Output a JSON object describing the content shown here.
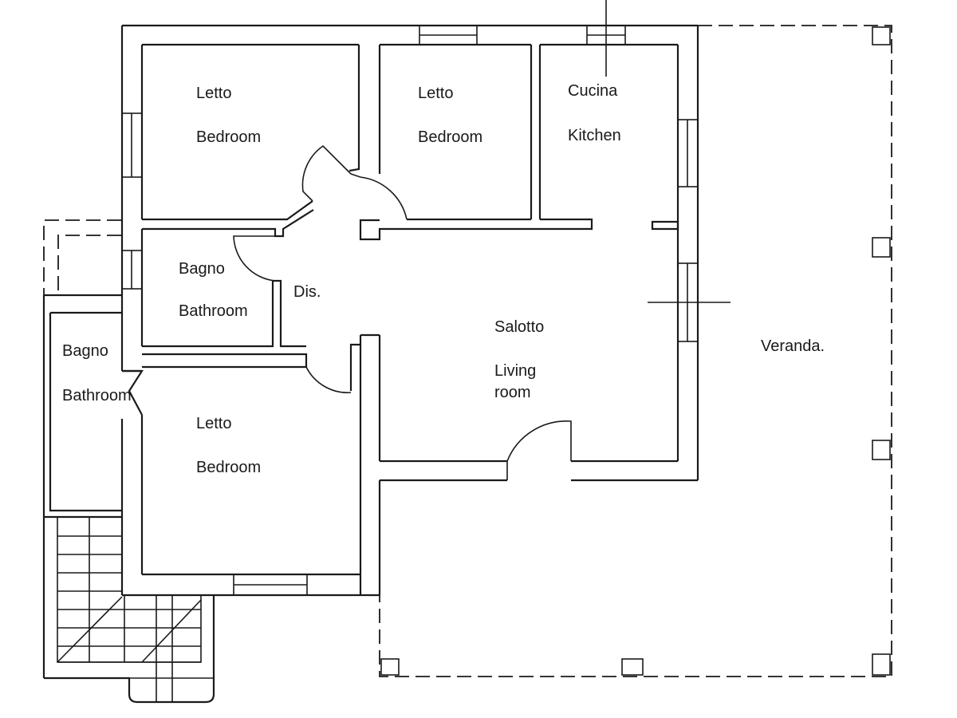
{
  "rooms": {
    "bedroom_top_left": {
      "it": "Letto",
      "en": "Bedroom"
    },
    "bedroom_top_middle": {
      "it": "Letto",
      "en": "Bedroom"
    },
    "kitchen": {
      "it": "Cucina",
      "en": "Kitchen"
    },
    "bathroom_inner": {
      "it": "Bagno",
      "en": "Bathroom"
    },
    "hallway": {
      "it": "Dis."
    },
    "bathroom_outer": {
      "it": "Bagno",
      "en": "Bathroom"
    },
    "living_room": {
      "it": "Salotto",
      "en_line1": "Living",
      "en_line2": "room"
    },
    "bedroom_bottom": {
      "it": "Letto",
      "en": "Bedroom"
    },
    "veranda": {
      "it": "Veranda."
    }
  }
}
